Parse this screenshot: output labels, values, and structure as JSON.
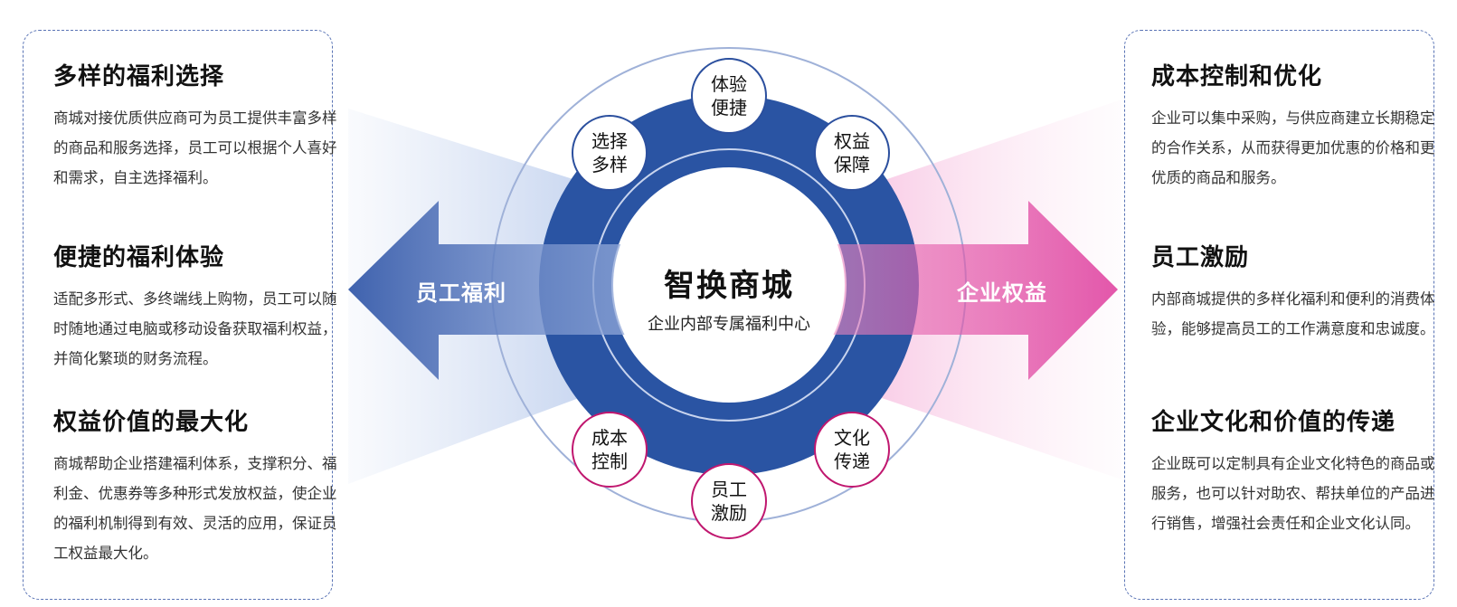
{
  "center": {
    "title": "智换商城",
    "subtitle": "企业内部专属福利中心"
  },
  "left_arrow": {
    "label": "员工福利",
    "color": "#2b55a6"
  },
  "right_arrow": {
    "label": "企业权益",
    "color": "#d8168a"
  },
  "ring_color": "#2a54a3",
  "nodes": {
    "top": "体验便捷",
    "top_left": "选择多样",
    "top_right": "权益保障",
    "bottom_left": "成本控制",
    "bottom_right": "文化传递",
    "bottom": "员工激励"
  },
  "left_panel": [
    {
      "title": "多样的福利选择",
      "body": "商城对接优质供应商可为员工提供丰富多样的商品和服务选择，员工可以根据个人喜好和需求，自主选择福利。"
    },
    {
      "title": "便捷的福利体验",
      "body": "适配多形式、多终端线上购物，员工可以随时随地通过电脑或移动设备获取福利权益，并简化繁琐的财务流程。"
    },
    {
      "title": "权益价值的最大化",
      "body": "商城帮助企业搭建福利体系，支撑积分、福利金、优惠券等多种形式发放权益，使企业的福利机制得到有效、灵活的应用，保证员工权益最大化。"
    }
  ],
  "right_panel": [
    {
      "title": "成本控制和优化",
      "body": "企业可以集中采购，与供应商建立长期稳定的合作关系，从而获得更加优惠的价格和更优质的商品和服务。"
    },
    {
      "title": "员工激励",
      "body": "内部商城提供的多样化福利和便利的消费体验，能够提高员工的工作满意度和忠诚度。"
    },
    {
      "title": "企业文化和价值的传递",
      "body": "企业既可以定制具有企业文化特色的商品或服务，也可以针对助农、帮扶单位的产品进行销售，增强社会责任和企业文化认同。"
    }
  ]
}
